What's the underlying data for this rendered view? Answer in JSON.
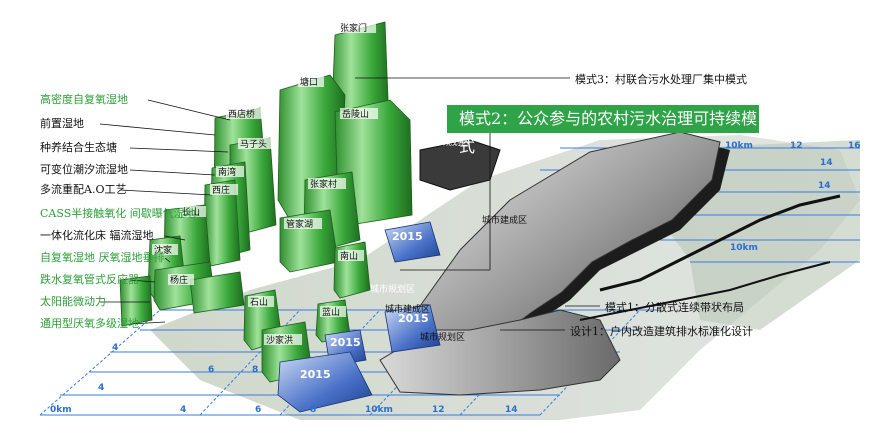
{
  "banner": "模式2：公众参与的农村污水治理可持续模式",
  "modes": {
    "mode3": "模式3：村联合污水处理厂集中模式",
    "mode1": "模式1：分散式连续带状布局",
    "design1": "设计1：户内改造建筑排水标准化设计"
  },
  "techniques": [
    {
      "text": "高密度自复氧湿地",
      "color": "green"
    },
    {
      "text": "前置湿地",
      "color": "black"
    },
    {
      "text": "种养结合生态塘",
      "color": "black"
    },
    {
      "text": "可变位潮汐流湿地",
      "color": "black"
    },
    {
      "text": "多流重配A.O工艺",
      "color": "black"
    },
    {
      "text": "CASS半接触氧化 间歇曝气湿地",
      "color": "green"
    },
    {
      "text": "一体化流化床 辐流湿地",
      "color": "black"
    },
    {
      "text": "自复氧湿地 厌氧湿地垂排",
      "color": "green"
    },
    {
      "text": "跌水复氧管式反应器",
      "color": "green"
    },
    {
      "text": "太阳能微动力",
      "color": "green"
    },
    {
      "text": "通用型厌氧多级湿地",
      "color": "green"
    }
  ],
  "districts": {
    "city_planning_1": "城市规划区",
    "city_planning_2": "城市规划区",
    "city_planning_3": "城市规划区",
    "city_built": "城市建成区",
    "city_built_2": "城市建成区"
  },
  "villages": {
    "v1": "张家门",
    "v2": "塘口",
    "v3": "西店桥",
    "v4": "岳陵山",
    "v5": "马子头",
    "v6": "南湾",
    "v7": "西庄",
    "v8": "张家村",
    "v9": "长山",
    "v10": "管家湖",
    "v11": "沈家",
    "v12": "杨庄",
    "v13": "南山",
    "v14": "石山",
    "v15": "沙家洪",
    "v16": "蓝山"
  },
  "years": [
    "2015",
    "2015",
    "2015",
    "2015"
  ],
  "km": {
    "origin": "0km",
    "ten_bottom": "10km",
    "ten_right": "10km",
    "ten_top": "10km",
    "ticks_bottom": [
      "4",
      "6",
      "8",
      "12",
      "14"
    ],
    "ticks_left": [
      "4",
      "4",
      "6",
      "8"
    ],
    "ticks_right": [
      "12",
      "14",
      "16",
      "14"
    ]
  },
  "colors": {
    "green": "#2e9e3a",
    "grid_blue": "#3a7be0",
    "built_dark": "#555555",
    "tower_green": "#4db84d",
    "year_blue": "#2c5fb8"
  }
}
